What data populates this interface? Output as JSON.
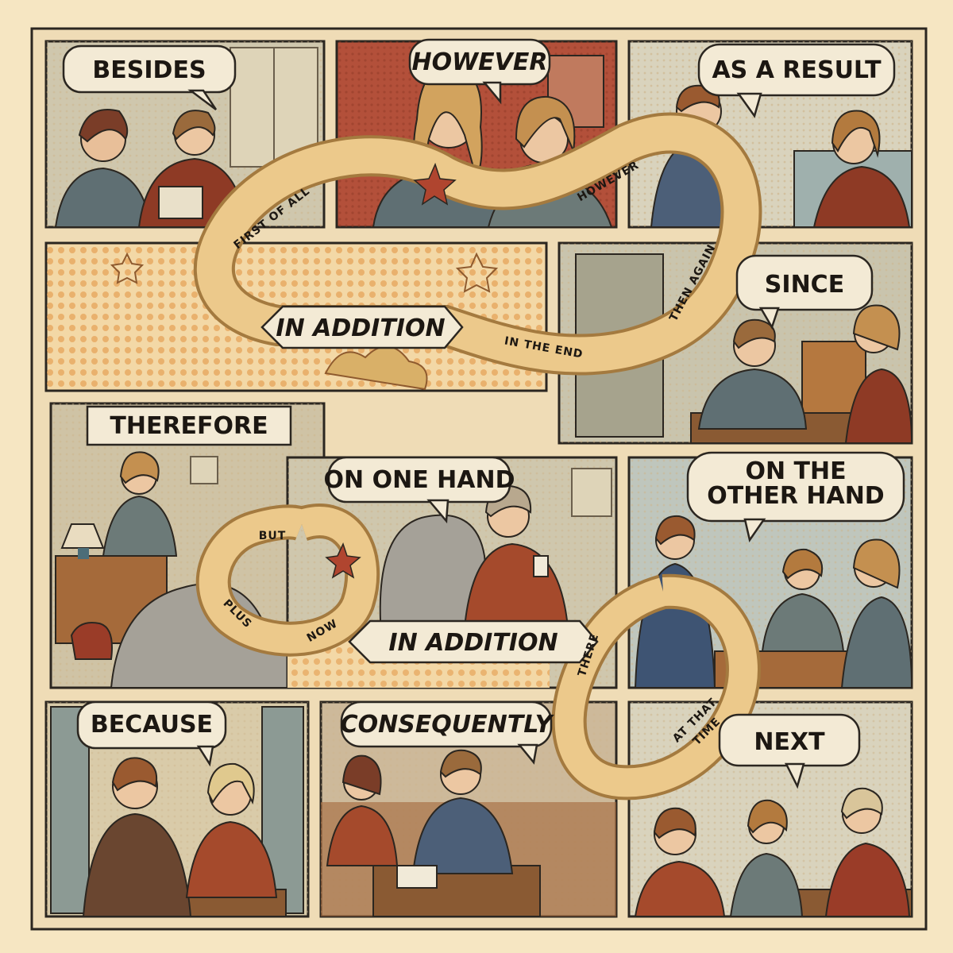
{
  "colors": {
    "page_bg": "#f6e6c2",
    "panel_border": "#2b2620",
    "ribbon": "#ecc98b",
    "ribbon_edge": "#a47a3f",
    "star": "#b0452f",
    "halftone": "#e6a45a"
  },
  "panels": [
    {
      "id": "p1",
      "bubble": "BESIDES"
    },
    {
      "id": "p2",
      "bubble": "HOWEVER"
    },
    {
      "id": "p3",
      "bubble": "AS A RESULT"
    },
    {
      "id": "p4",
      "bubble": ""
    },
    {
      "id": "p5",
      "bubble": "SINCE"
    },
    {
      "id": "p6",
      "caption": "THEREFORE"
    },
    {
      "id": "p7",
      "bubble": "ON ONE HAND"
    },
    {
      "id": "p8",
      "bubble_line1": "ON THE",
      "bubble_line2": "OTHER HAND"
    },
    {
      "id": "p9",
      "bubble": "BECAUSE"
    },
    {
      "id": "p10",
      "bubble": "CONSEQUENTLY"
    },
    {
      "id": "p11",
      "bubble": "NEXT"
    }
  ],
  "ribbon_labels": {
    "first_of_all": "FIRST OF ALL",
    "however": "HOWEVER",
    "then_again": "THEN AGAIN",
    "in_the_end": "IN THE END",
    "in_addition_top": "IN ADDITION",
    "but": "BUT",
    "plus": "PLUS",
    "now": "NOW",
    "in_addition_bottom": "IN ADDITION",
    "there": "THERE",
    "at_that_time_1": "AT THAT",
    "at_that_time_2": "TIME"
  }
}
